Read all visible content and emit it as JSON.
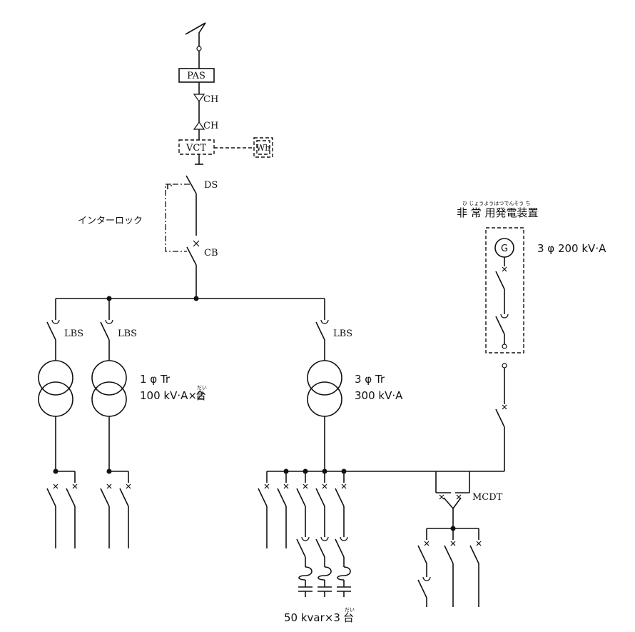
{
  "labels": {
    "pas": "PAS",
    "ch_upper": "CH",
    "ch_lower": "CH",
    "vct": "VCT",
    "wh": "Wh",
    "ds": "DS",
    "interlock": "インターロック",
    "cb": "CB",
    "lbs_1": "LBS",
    "lbs_2": "LBS",
    "lbs_3": "LBS",
    "mcdt": "MCDT"
  },
  "generator": {
    "ruby": "ひ じょうようはつでんそう ち",
    "title": "非 常 用発電装置",
    "symbol": "G",
    "rating": "3 φ 200 kV·A"
  },
  "transformer_1ph": {
    "line1": "1 φ Tr",
    "line2": "100 kV·A×2",
    "unit": "台",
    "unit_ruby": "だい"
  },
  "transformer_3ph": {
    "line1": "3 φ Tr",
    "line2": "300 kV·A"
  },
  "capacitor": {
    "rating": "50 kvar×3",
    "unit": "台",
    "unit_ruby": "だい"
  }
}
